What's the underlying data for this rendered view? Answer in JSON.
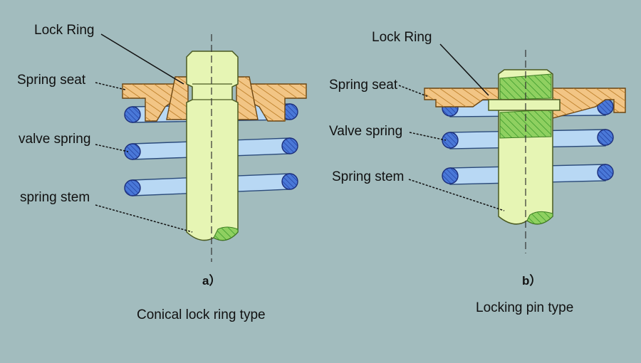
{
  "colors": {
    "background": "#a2bcbe",
    "stem": "#e6f5b4",
    "seat": "#f2c585",
    "seat_hatch": "#b87820",
    "spring": "#b8d8f4",
    "spring_end": "#4a78d8",
    "stem_hatch": "#3c9a2c"
  },
  "figure_a": {
    "labels": {
      "lock_ring": "Lock Ring",
      "spring_seat": "Spring seat",
      "valve_spring": "valve spring",
      "spring_stem": "spring stem"
    },
    "sub_label": "a）",
    "caption": "Conical lock ring type"
  },
  "figure_b": {
    "labels": {
      "lock_ring": "Lock Ring",
      "spring_seat": "Spring seat",
      "valve_spring": "Valve spring",
      "spring_stem": "Spring stem"
    },
    "sub_label": "b）",
    "caption": "Locking pin type"
  }
}
